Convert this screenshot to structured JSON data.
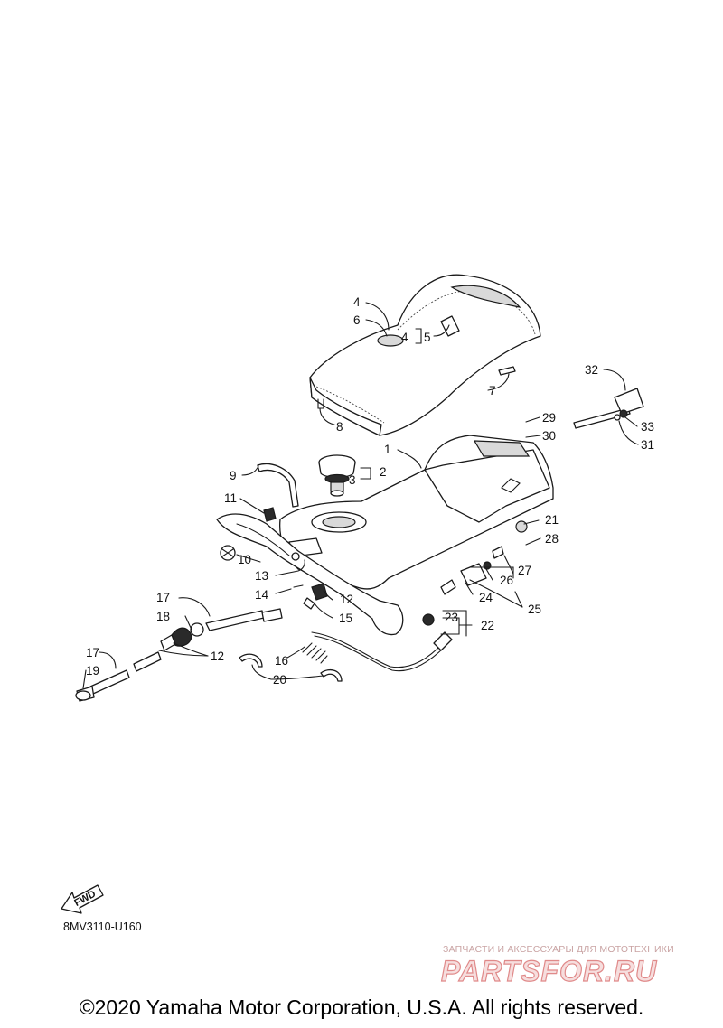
{
  "callouts": {
    "c1": "1",
    "c2": "2",
    "c3": "3",
    "c4a": "4",
    "c4b": "4",
    "c5": "5",
    "c6": "6",
    "c7": "7",
    "c8": "8",
    "c9": "9",
    "c10": "10",
    "c11": "11",
    "c12a": "12",
    "c12b": "12",
    "c13": "13",
    "c14": "14",
    "c15": "15",
    "c16": "16",
    "c17a": "17",
    "c17b": "17",
    "c18": "18",
    "c19": "19",
    "c20": "20",
    "c21": "21",
    "c22": "22",
    "c23": "23",
    "c24": "24",
    "c25": "25",
    "c26": "26",
    "c27": "27",
    "c28": "28",
    "c29": "29",
    "c30": "30",
    "c31": "31",
    "c32": "32",
    "c33": "33"
  },
  "fwd_label": "FWD",
  "diagram_code": "8MV3110-U160",
  "watermark": {
    "tagline": "ЗАПЧАСТИ И АКСЕССУАРЫ ДЛЯ МОТОТЕХНИКИ",
    "logo": "PARTSFOR.RU"
  },
  "copyright": "©2020 Yamaha Motor Corporation, U.S.A. All rights reserved."
}
